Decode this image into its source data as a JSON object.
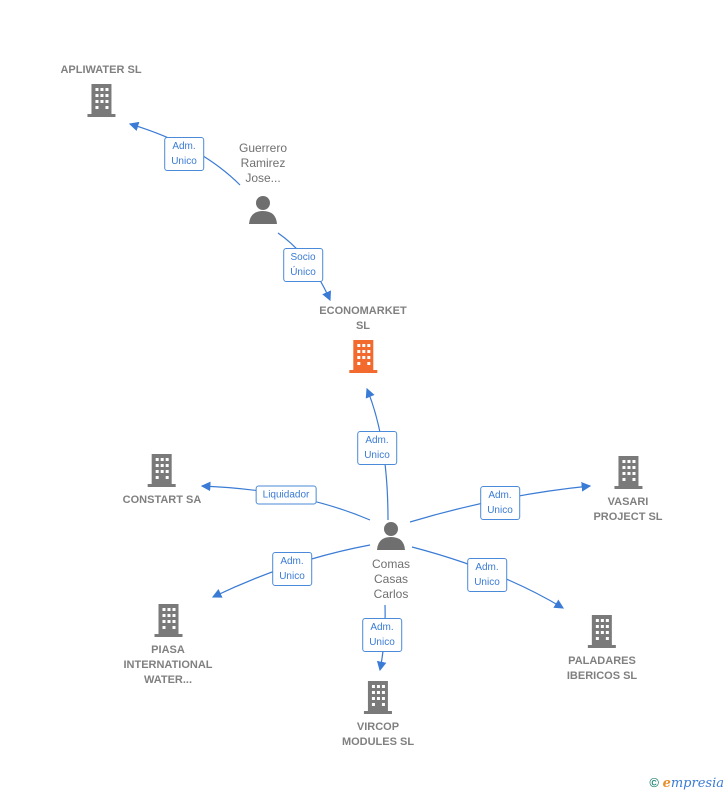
{
  "nodes": {
    "apliwater": {
      "label": "APLIWATER  SL"
    },
    "guerrero": {
      "lines": [
        "Guerrero",
        "Ramirez",
        "Jose..."
      ]
    },
    "economarket": {
      "lines": [
        "ECONOMARKET",
        "SL"
      ]
    },
    "constart": {
      "label": "CONSTART SA"
    },
    "vasari": {
      "lines": [
        "VASARI",
        "PROJECT  SL"
      ]
    },
    "comas": {
      "lines": [
        "Comas",
        "Casas",
        "Carlos"
      ]
    },
    "piasa": {
      "lines": [
        "PIASA",
        "INTERNATIONAL",
        "WATER..."
      ]
    },
    "vircop": {
      "lines": [
        "VIRCOP",
        "MODULES SL"
      ]
    },
    "paladares": {
      "lines": [
        "PALADARES",
        "IBERICOS  SL"
      ]
    }
  },
  "edges": {
    "e1": [
      "Adm.",
      "Unico"
    ],
    "e2": [
      "Socio",
      "Único"
    ],
    "e3": [
      "Adm.",
      "Unico"
    ],
    "e4": [
      "Liquidador"
    ],
    "e5": [
      "Adm.",
      "Unico"
    ],
    "e6": [
      "Adm.",
      "Unico"
    ],
    "e7": [
      "Adm.",
      "Unico"
    ],
    "e8": [
      "Adm.",
      "Unico"
    ]
  },
  "colors": {
    "main": "#f26a2e",
    "company": "#7a7a7a",
    "edge": "#3a7bd5"
  },
  "footer": {
    "copyright": "©",
    "brand_initial": "e",
    "brand_rest": "mpresia"
  }
}
